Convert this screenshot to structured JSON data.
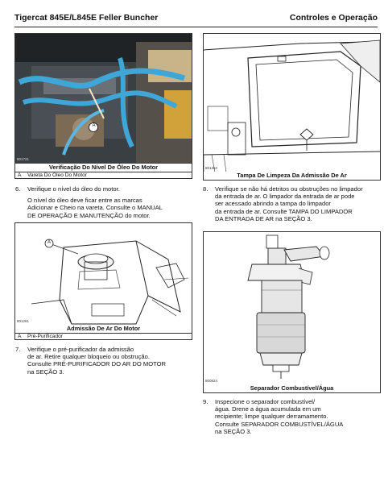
{
  "header": {
    "left_title": "Tigercat 845E/L845E Feller Buncher",
    "right_title": "Controles e Operação"
  },
  "figures": {
    "oil": {
      "id": "801721",
      "caption": "Verificação Do Nível De Óleo Do Motor",
      "callout": "A",
      "legend_key": "A",
      "legend_text": "Vareta Do Óleo Do Motor"
    },
    "cleanout": {
      "id": "801262",
      "caption": "Tampa De Limpeza Da Admissão De Ar"
    },
    "precleaner": {
      "id": "801261",
      "caption": "Admissão De Ar Do Motor",
      "callout": "A",
      "legend_key": "A",
      "legend_text": "Pré-Purificador"
    },
    "separator": {
      "id": "800824",
      "caption": "Separador Combustível/Água"
    }
  },
  "steps": {
    "s6": {
      "num": "6.",
      "line1": "Verifique o nível do óleo do motor.",
      "p2": [
        "O nível do óleo deve ficar entre as marcas",
        "Adicionar e Cheio na vareta. Consulte o MANUAL",
        "DE OPERAÇÃO E MANUTENÇÃO do motor."
      ]
    },
    "s7": {
      "num": "7.",
      "lines": [
        "Verifique o pré-purificador da admissão",
        "de ar. Retire qualquer bloqueio ou obstrução.",
        "Consulte PRÉ-PURIFICADOR DO AR DO MOTOR",
        "na SEÇÃO 3."
      ]
    },
    "s8": {
      "num": "8.",
      "lines": [
        "Verifique se não há detritos ou obstruções no limpador",
        "da entrada de ar. O limpador da entrada de ar pode",
        "ser acessado abrindo a tampa do limpador",
        "da entrada de ar. Consulte TAMPA DO LIMPADOR",
        "DA ENTRADA DE AR na SEÇÃO 3."
      ]
    },
    "s9": {
      "num": "9.",
      "lines": [
        "Inspecione o separador combustível/",
        "água. Drene a água acumulada em um",
        "recipiente; limpe qualquer derramamento.",
        "Consulte SEPARADOR COMBUSTÍVEL/ÁGUA",
        "na SEÇÃO 3."
      ]
    }
  },
  "colors": {
    "hose_blue": "#3fa6d8",
    "engine_dark": "#2b2f33",
    "accent_yellow": "#d8b24a"
  }
}
